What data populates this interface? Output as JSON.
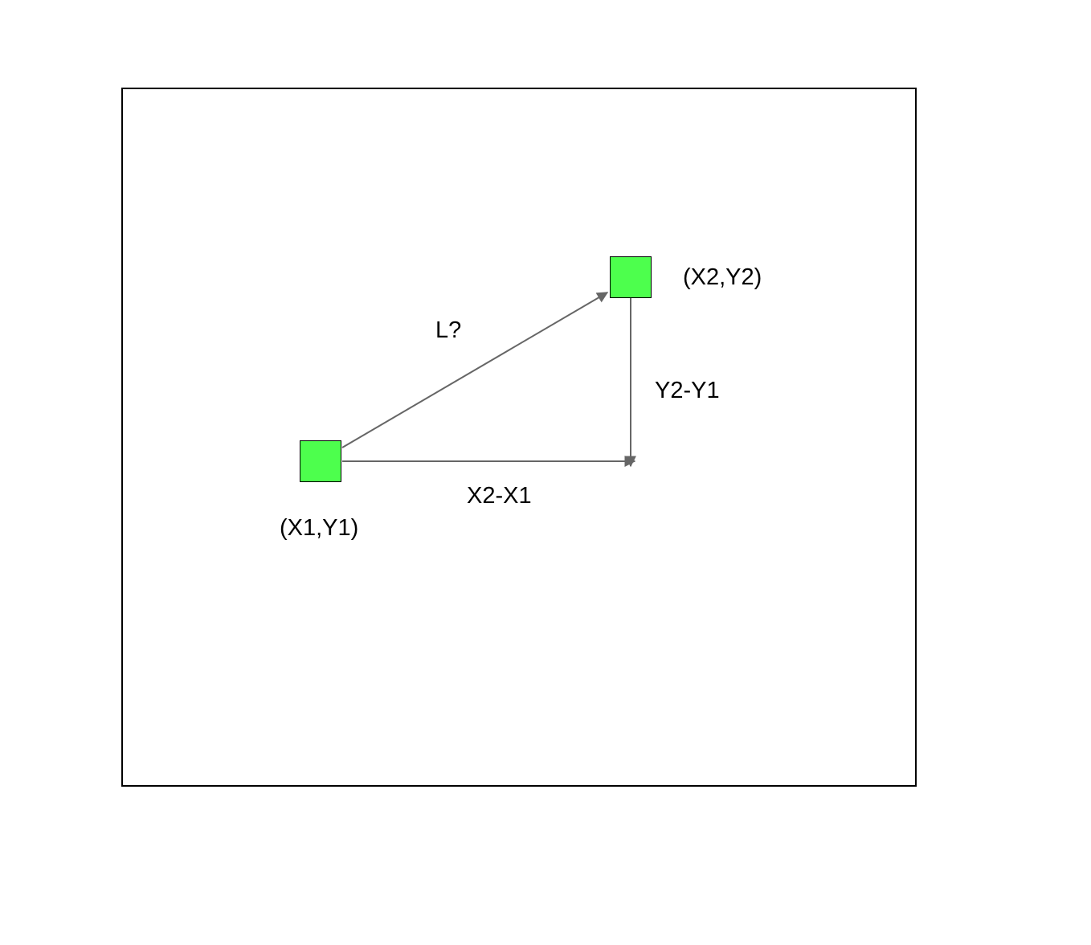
{
  "nodes": {
    "point1": {
      "label": "(X1,Y1)",
      "color": "#4dff4d"
    },
    "point2": {
      "label": "(X2,Y2)",
      "color": "#4dff4d"
    }
  },
  "edges": {
    "hypotenuse": {
      "label": "L?"
    },
    "horizontal": {
      "label": "X2-X1"
    },
    "vertical": {
      "label": "Y2-Y1"
    }
  },
  "colors": {
    "edge": "#666666",
    "frame": "#000000"
  }
}
